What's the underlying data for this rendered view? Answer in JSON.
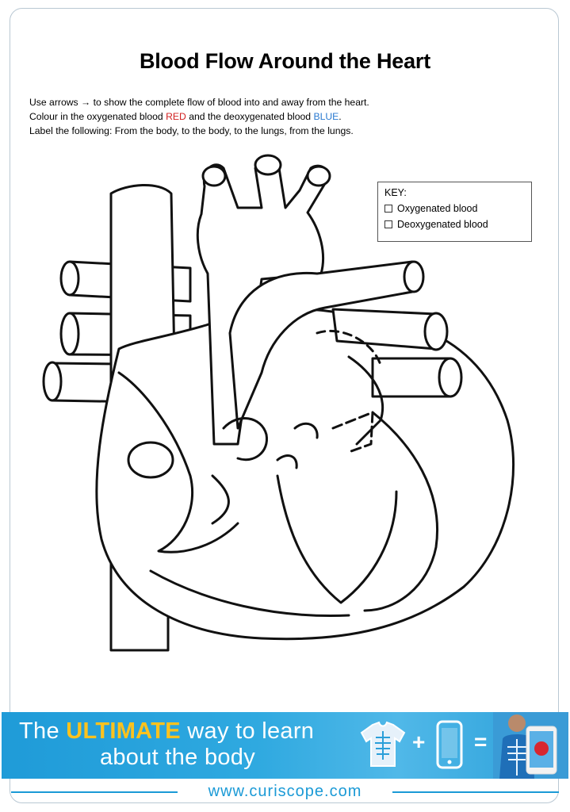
{
  "page": {
    "title": "Blood Flow Around the Heart",
    "instructions": {
      "line1": "Use arrows → to show the complete flow of blood into and away from the heart.",
      "line2_prefix": "Colour in the oxygenated blood ",
      "line2_red": "RED",
      "line2_middle": " and the deoxygenated blood ",
      "line2_blue": "BLUE",
      "line2_suffix": ".",
      "line3": "Label the following: From the body, to the body, to the lungs, from the lungs."
    },
    "key": {
      "heading": "KEY:",
      "items": [
        "Oxygenated blood",
        "Deoxygenated blood"
      ]
    },
    "colors": {
      "red": "#d12020",
      "blue": "#2a7ad0",
      "brand": "#1b9ad6",
      "highlight": "#ffc21d"
    }
  },
  "banner": {
    "text_prefix": "The ",
    "text_highlight": "ULTIMATE",
    "text_suffix": " way to learn",
    "line2": "about the body",
    "plus": "+",
    "equals": "=",
    "website": "www.curiscope.com"
  }
}
